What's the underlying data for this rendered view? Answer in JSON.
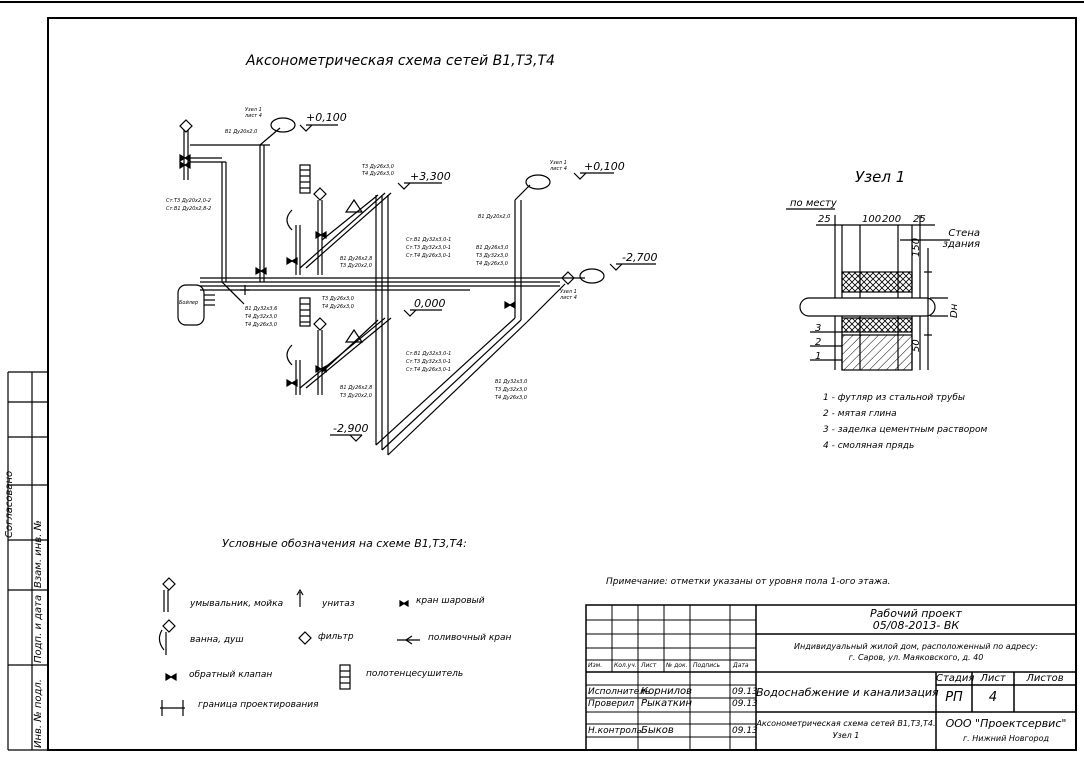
{
  "main_title": "Аксонометрическая схема сетей В1,Т3,Т4",
  "node_title": "Узел 1",
  "elevations": [
    "+0,100",
    "+3,300",
    "0,000",
    "-2,900",
    "+0,100",
    "-2,700"
  ],
  "boiler_label": "Бойлер",
  "node_callouts": [
    {
      "label": "Узел 1",
      "sheet": "лист 4"
    },
    {
      "label": "Узел 1",
      "sheet": "лист 4"
    },
    {
      "label": "Узел 1",
      "sheet": "лист 4"
    }
  ],
  "pipe_labels": [
    "В1 Ду20х2,0",
    "Ст.Т3 Ду20х2,0-2",
    "Ст.В1 Ду20х2,8-2",
    "Т3 Ду26х3,0",
    "Т4 Ду26х3,0",
    "В1 Ду26х2,8",
    "Т3 Ду20х2,0",
    "Ст.В1 Ду32х3,0-1",
    "Ст.Т3 Ду32х3,0-1",
    "Ст.Т4 Ду26х3,0-1",
    "В1 Ду32х3,6",
    "Т4 Ду32х3,0",
    "Т4 Ду26х3,0",
    "Т3 Ду26х3,0",
    "Т4 Ду26х3,0",
    "Ст.В1 Ду32х3,0-1",
    "Ст.Т3 Ду32х3,0-1",
    "Ст.Т4 Ду26х3,0-1",
    "В1 Ду26х2,8",
    "Т3 Ду20х2,0",
    "В1 Ду20х2,0",
    "В1 Ду26х3,0",
    "Т3 Ду32х3,0",
    "Т4 Ду26х3,0",
    "В1 Ду32х3,0",
    "Т3 Ду32х3,0",
    "Т4 Ду26х3,0"
  ],
  "node_detail": {
    "place_label": "по месту",
    "dims_top": [
      "25",
      "100",
      "200",
      "25"
    ],
    "dims_side": [
      "150",
      "50"
    ],
    "wall_label": "Стена здания",
    "diameter_label": "Dн",
    "item_numbers": [
      "3",
      "2",
      "1"
    ],
    "legend_items": [
      "1 - футляр из стальной трубы",
      "2 - мятая глина",
      "3 - заделка цементным раствором",
      "4 - смоляная прядь"
    ]
  },
  "legend": {
    "title": "Условные обозначения на схеме В1,Т3,Т4:",
    "items": [
      "умывальник, мойка",
      "унитаз",
      "кран шаровый",
      "ванна, душ",
      "фильтр",
      "поливочный кран",
      "обратный клапан",
      "полотенцесушитель",
      "граница проектирования"
    ]
  },
  "note": "Примечание: отметки указаны от уровня пола 1-ого этажа.",
  "title_block": {
    "project_type": "Рабочий проект",
    "project_code": "05/08-2013- ВК",
    "address_line1": "Индивидуальный жилой дом, расположенный по адресу:",
    "address_line2": "г. Саров, ул. Маяковского, д. 40",
    "headers": [
      "Изм.",
      "Кол.уч.",
      "Лист",
      "№ док.",
      "Подпись",
      "Дата"
    ],
    "roles": [
      {
        "role": "Исполнитель",
        "name": "Корнилов",
        "date": "09.13"
      },
      {
        "role": "Проверил",
        "name": "Рыкаткин",
        "date": "09.13"
      },
      {
        "role": "Н.контроль",
        "name": "Быков",
        "date": "09.13"
      }
    ],
    "section_title": "Водоснабжение и канализация",
    "sheet_title_line1": "Аксонометрическая схема сетей В1,Т3,Т4.",
    "sheet_title_line2": "Узел 1",
    "stage_header": "Стадия",
    "sheet_header": "Лист",
    "sheets_header": "Листов",
    "stage": "РП",
    "sheet": "4",
    "sheets": "",
    "company": "ООО \"Проектсервис\"",
    "city": "г. Нижний Новгород"
  },
  "side_stamp": {
    "agreed": "Согласовано",
    "rows": [
      "Взам. инв. №",
      "Подп. и дата",
      "Инв. № подл."
    ]
  }
}
